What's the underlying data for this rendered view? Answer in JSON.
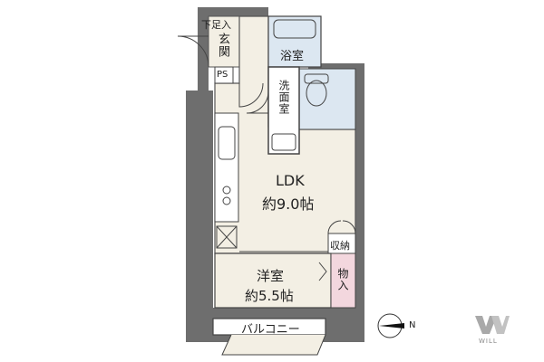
{
  "rooms": {
    "genkan_top": "下足入",
    "genkan": "玄関",
    "ps": "PS",
    "bath": "浴室",
    "washroom": "洗面室",
    "ldk_name": "LDK",
    "ldk_size": "約9.0帖",
    "storage": "収納",
    "western_name": "洋室",
    "western_size": "約5.5帖",
    "closet": "物入",
    "balcony": "バルコニー"
  },
  "compass": {
    "label": "N"
  },
  "logo": {
    "text": "WILL"
  },
  "colors": {
    "wall": "#6e6e6e",
    "room": "#f3efe4",
    "wet": "#dce7f1",
    "closet": "#f3d7de",
    "line": "#333333"
  }
}
